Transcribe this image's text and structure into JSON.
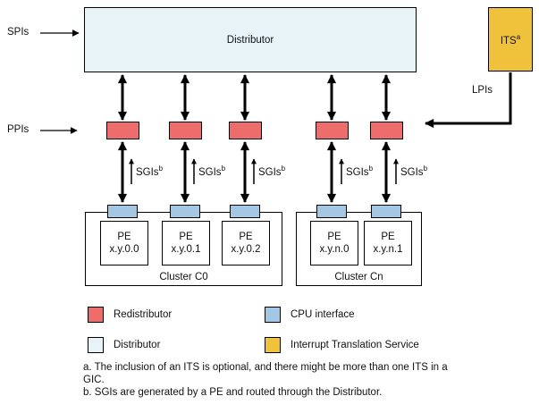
{
  "colors": {
    "redistributor": "#ed6c6c",
    "cpu_interface": "#a4c8e4",
    "distributor": "#e8f3f8",
    "its": "#f0c23c",
    "line": "#000000"
  },
  "diagram": {
    "distributor_label": "Distributor",
    "its": {
      "label": "ITS",
      "sup": "a"
    },
    "spis_label": "SPIs",
    "ppis_label": "PPIs",
    "lpis_label": "LPIs",
    "sgi": {
      "label": "SGIs",
      "sup": "b"
    },
    "clusters": [
      {
        "label": "Cluster C0",
        "pes": [
          {
            "name": "PE",
            "id": "x.y.0.0"
          },
          {
            "name": "PE",
            "id": "x.y.0.1"
          },
          {
            "name": "PE",
            "id": "x.y.0.2"
          }
        ]
      },
      {
        "label": "Cluster Cn",
        "pes": [
          {
            "name": "PE",
            "id": "x.y.n.0"
          },
          {
            "name": "PE",
            "id": "x.y.n.1"
          }
        ]
      }
    ]
  },
  "legend": {
    "items": [
      {
        "label": "Redistributor"
      },
      {
        "label": "CPU interface"
      },
      {
        "label": "Distributor"
      },
      {
        "label": "Interrupt Translation Service"
      }
    ]
  },
  "footnotes": [
    "a. The inclusion of an ITS is optional, and there might be more than one ITS in a GIC.",
    "b. SGIs are generated by a PE and routed through the Distributor."
  ]
}
